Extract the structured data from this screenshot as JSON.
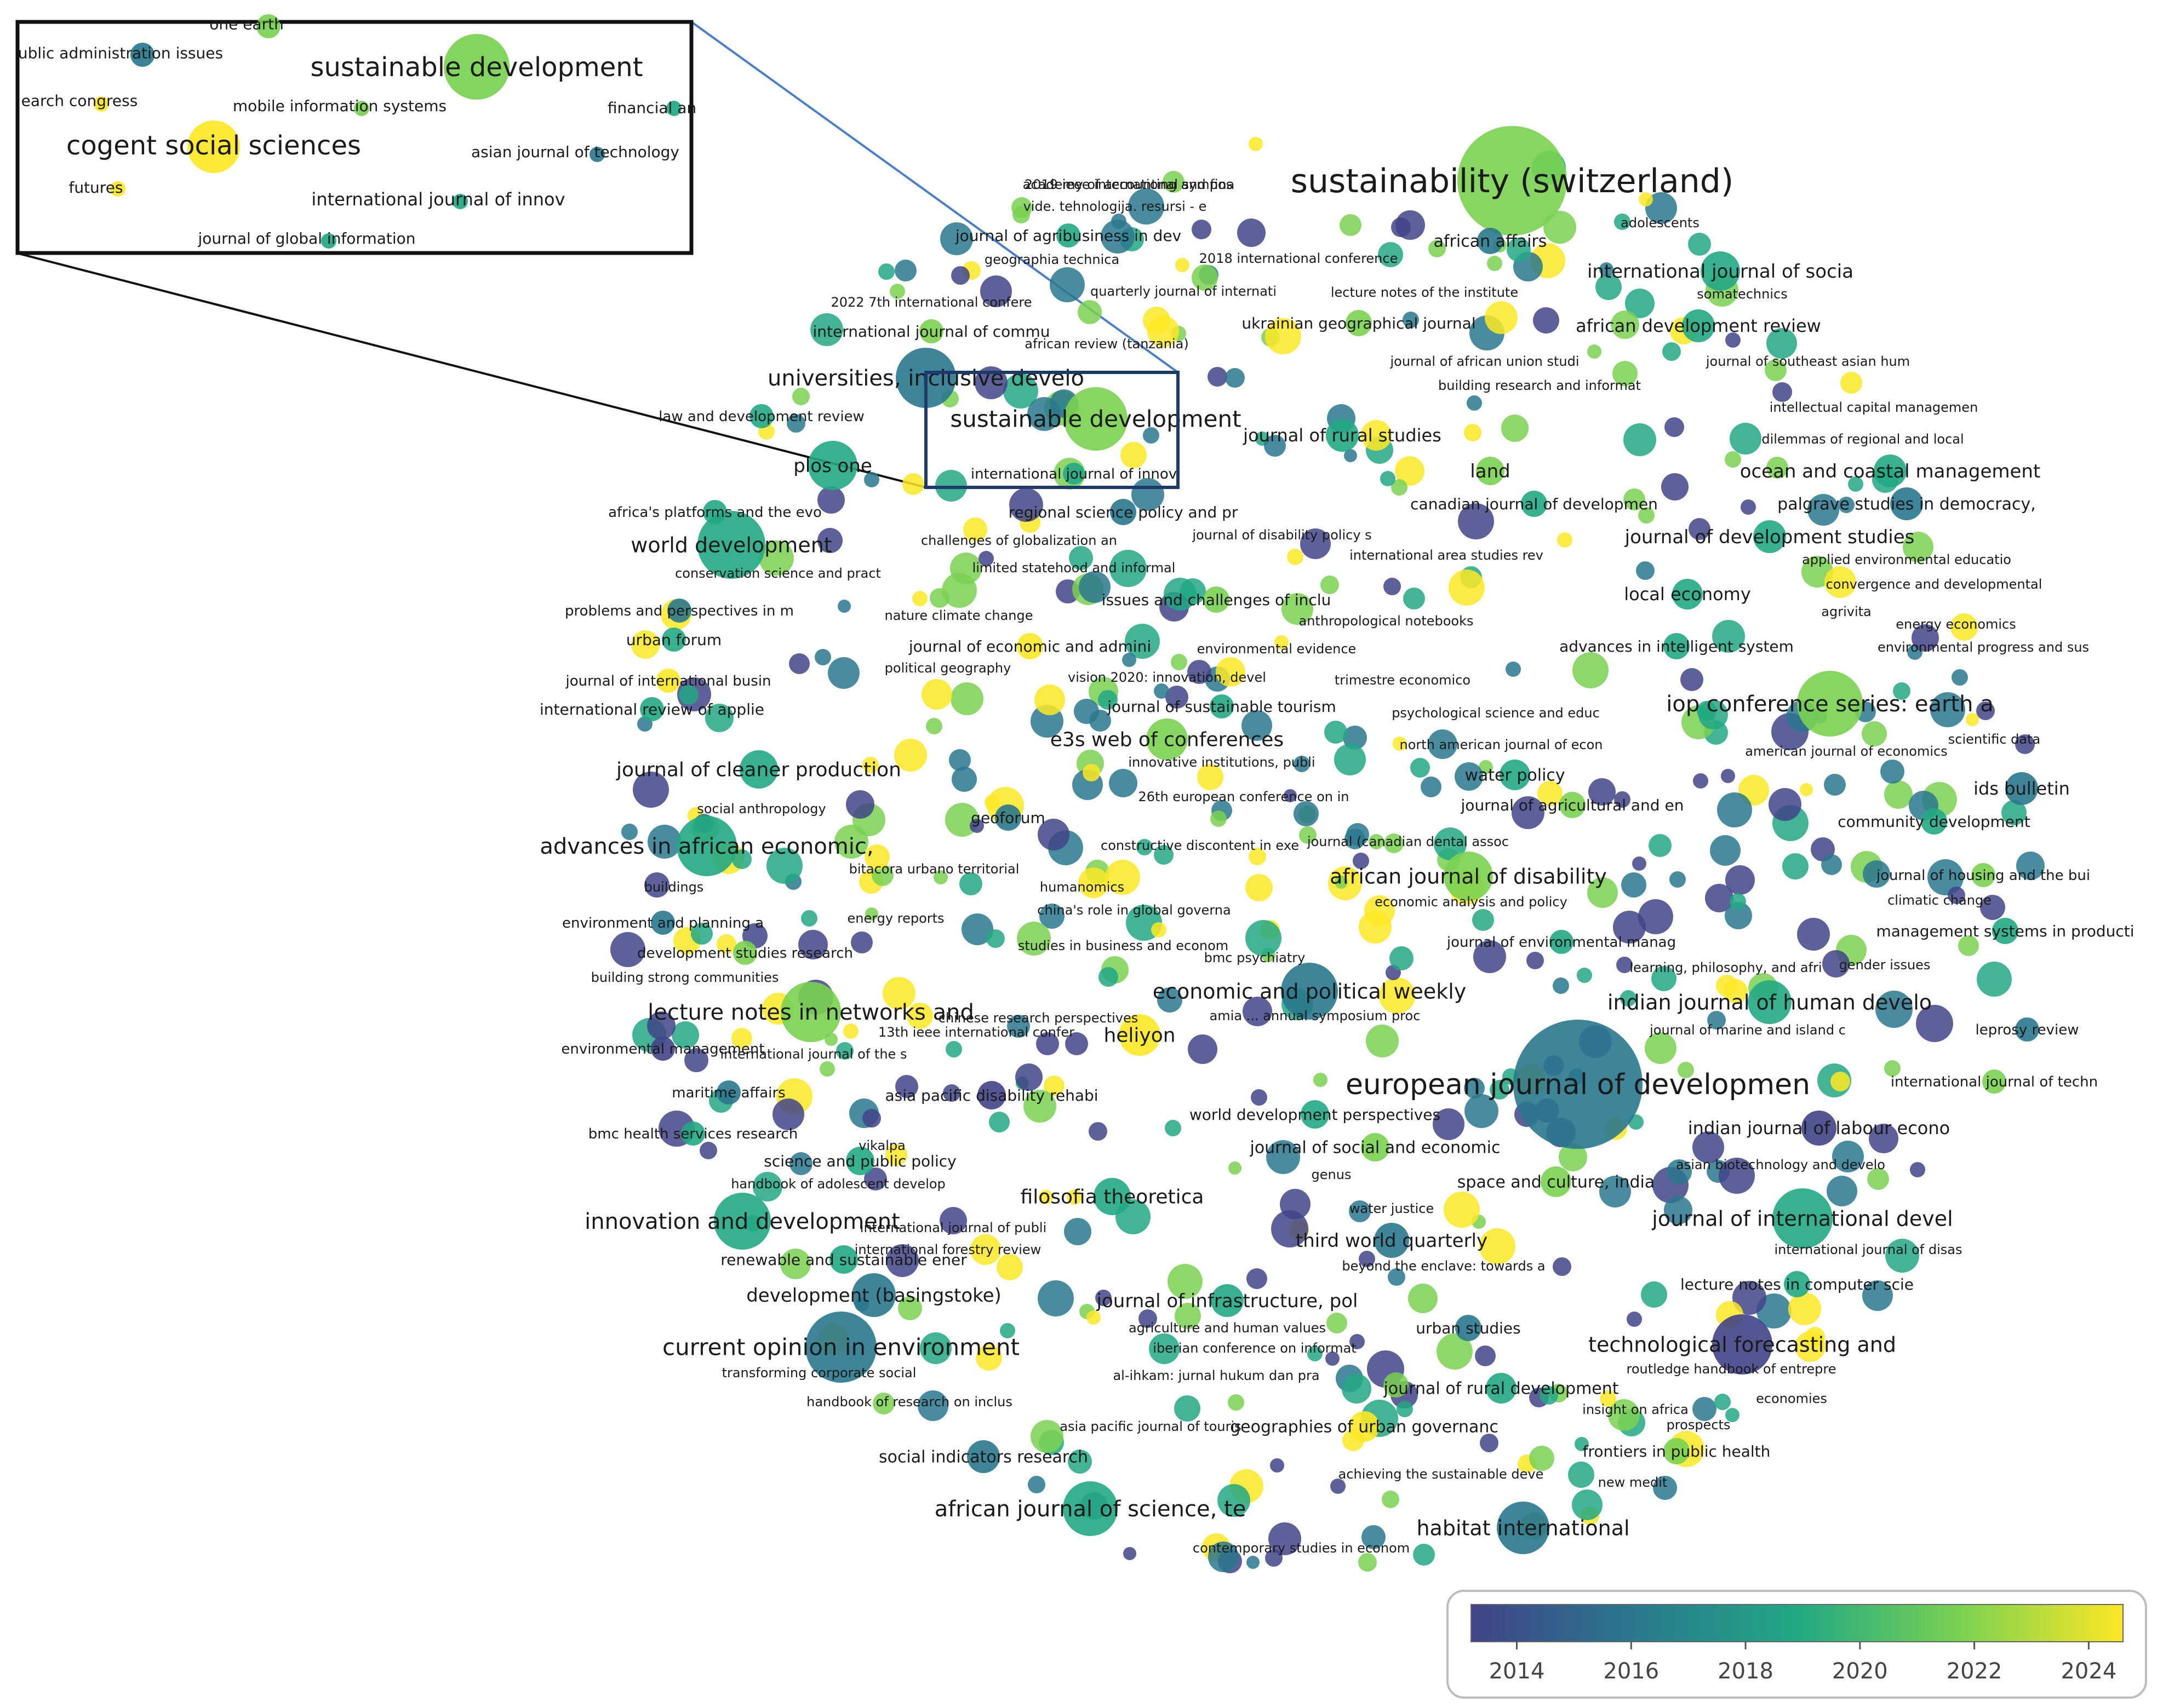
{
  "colors": {
    "scale": [
      "#414487",
      "#2a788e",
      "#22a884",
      "#7ad151",
      "#fde725"
    ]
  },
  "inset": {
    "labels": [
      {
        "text": "one earth",
        "color": "#7ad151"
      },
      {
        "text": "ublic administration issues",
        "color": "#2a788e"
      },
      {
        "text": "sustainable development",
        "color": "#7ad151"
      },
      {
        "text": "earch congress",
        "color": "#fde725"
      },
      {
        "text": "mobile information systems",
        "color": "#7ad151"
      },
      {
        "text": "financial an",
        "color": "#22a884"
      },
      {
        "text": "cogent social sciences",
        "color": "#fde725"
      },
      {
        "text": "asian journal of technology",
        "color": "#2a788e"
      },
      {
        "text": "futures",
        "color": "#fde725"
      },
      {
        "text": "international journal of innov",
        "color": "#22a884"
      },
      {
        "text": "journal of global information",
        "color": "#22a884"
      }
    ]
  },
  "nodes": [
    {
      "label": "sustainability (switzerland)",
      "year": 2021
    },
    {
      "label": "european journal of developmen",
      "year": 2017
    },
    {
      "label": "sustainable development",
      "year": 2021
    },
    {
      "label": "international journal of innov",
      "year": 2019
    },
    {
      "label": "universities, inclusive develo",
      "year": 2016
    },
    {
      "label": "plos one",
      "year": 2020
    },
    {
      "label": "world development",
      "year": 2019
    },
    {
      "label": "iop conference series: earth a",
      "year": 2021
    },
    {
      "label": "technological forecasting and",
      "year": 2015
    },
    {
      "label": "journal of international devel",
      "year": 2018
    },
    {
      "label": "current opinion in environment",
      "year": 2017
    },
    {
      "label": "innovation and development",
      "year": 2018
    },
    {
      "label": "lecture notes in networks and",
      "year": 2022
    },
    {
      "label": "african journal of science, te",
      "year": 2018
    },
    {
      "label": "habitat international",
      "year": 2017
    },
    {
      "label": "advances in african economic,",
      "year": 2020
    },
    {
      "label": "indian journal of human develo",
      "year": 2018
    },
    {
      "label": "economic and political weekly",
      "year": 2016
    },
    {
      "label": "african journal of disability",
      "year": 2021
    },
    {
      "label": "journal of cleaner production",
      "year": 2018
    },
    {
      "label": "e3s web of conferences",
      "year": 2021
    },
    {
      "label": "filosofia theoretica",
      "year": 2019
    },
    {
      "label": "development (basingstoke)",
      "year": 2016
    },
    {
      "label": "international journal of socia",
      "year": 2019
    },
    {
      "label": "ocean and coastal management",
      "year": 2018
    },
    {
      "label": "journal of development studies",
      "year": 2018
    },
    {
      "label": "palgrave studies in democracy,",
      "year": 2017
    },
    {
      "label": "heliyon",
      "year": 2023
    },
    {
      "label": "third world quarterly",
      "year": 2016
    },
    {
      "label": "journal of infrastructure, pol",
      "year": 2018
    },
    {
      "label": "journal of rural studies",
      "year": 2019
    },
    {
      "label": "land",
      "year": 2021
    },
    {
      "label": "african development review",
      "year": 2018
    },
    {
      "label": "ids bulletin",
      "year": 2016
    },
    {
      "label": "indian journal of labour econo",
      "year": 2015
    },
    {
      "label": "local economy",
      "year": 2018
    },
    {
      "label": "water policy",
      "year": 2019
    },
    {
      "label": "journal of rural development",
      "year": 2020
    },
    {
      "label": "social indicators research",
      "year": 2017
    },
    {
      "label": "geographies of urban governanc",
      "year": 2023
    },
    {
      "label": "space and culture, india",
      "year": 2021
    },
    {
      "label": "journal of social and economic",
      "year": 2021
    },
    {
      "label": "world development perspectives",
      "year": 2020
    },
    {
      "label": "asia pacific disability rehabi",
      "year": 2015
    },
    {
      "label": "science and public policy",
      "year": 2019
    },
    {
      "label": "renewable and sustainable ener",
      "year": 2019
    },
    {
      "label": "african affairs",
      "year": 2017
    },
    {
      "label": "journal of agribusiness in dev",
      "year": 2020
    },
    {
      "label": "international journal of commu",
      "year": 2021
    },
    {
      "label": "law and development review",
      "year": 2018
    },
    {
      "label": "regional science policy and pr",
      "year": 2017
    },
    {
      "label": "issues and challenges of inclu",
      "year": 2022
    },
    {
      "label": "journal of economic and admini",
      "year": 2023
    },
    {
      "label": "journal of sustainable tourism",
      "year": 2018
    },
    {
      "label": "urban forum",
      "year": 2019
    },
    {
      "label": "international review of applie",
      "year": 2018
    },
    {
      "label": "geoforum",
      "year": 2017
    },
    {
      "label": "advances in intelligent system",
      "year": 2020
    },
    {
      "label": "canadian journal of developmen",
      "year": 2018
    },
    {
      "label": "ukrainian geographical journal",
      "year": 2021
    },
    {
      "label": "journal of agricultural and en",
      "year": 2021
    },
    {
      "label": "community development",
      "year": 2018
    },
    {
      "label": "journal of housing and the bui",
      "year": 2021
    },
    {
      "label": "management systems in producti",
      "year": 2020
    },
    {
      "label": "leprosy review",
      "year": 2016
    },
    {
      "label": "international journal of techn",
      "year": 2022
    },
    {
      "label": "lecture notes in computer scie",
      "year": 2018
    },
    {
      "label": "frontiers in public health",
      "year": 2022
    },
    {
      "label": "urban studies",
      "year": 2016
    },
    {
      "label": "journal of environmental manag",
      "year": 2020
    },
    {
      "label": "environmental management",
      "year": 2015
    },
    {
      "label": "maritime affairs",
      "year": 2017
    },
    {
      "label": "bmc health services research",
      "year": 2019
    },
    {
      "label": "development studies research",
      "year": 2022
    },
    {
      "label": "environment and planning a",
      "year": 2016
    },
    {
      "label": "problems and perspectives in m",
      "year": 2017
    },
    {
      "label": "journal of international busin",
      "year": 2023
    },
    {
      "label": "africa's platforms and the evo",
      "year": 2020
    }
  ],
  "small_labels": [
    "academy of accounting and fina",
    "vide. tehnologija. resursi - e",
    "geographia technica",
    "2018 international conference",
    "2022 7th international confere",
    "quarterly journal of internati",
    "lecture notes of the institute",
    "african review (tanzania)",
    "journal of african union studi",
    "building research and informat",
    "journal of southeast asian hum",
    "intellectual capital managemen",
    "dilemmas of regional and local",
    "adolescents",
    "somatechnics",
    "journal of disability policy s",
    "challenges of globalization an",
    "international area studies rev",
    "limited statehood and informal",
    "conservation science and pract",
    "applied environmental educatio",
    "convergence and developmental",
    "nature climate change",
    "anthropological notebooks",
    "agrivita",
    "energy economics",
    "environmental progress and sus",
    "environmental evidence",
    "political geography",
    "vision 2020: innovation, devel",
    "trimestre economico",
    "psychological science and educ",
    "innovative institutions, publi",
    "north american journal of econ",
    "american journal of economics",
    "scientific data",
    "social anthropology",
    "26th european conference on in",
    "constructive discontent in exe",
    "journal (canadian dental assoc",
    "bitacora urbano territorial",
    "buildings",
    "humanomics",
    "china's role in global governa",
    "economic analysis and policy",
    "energy reports",
    "studies in business and econom",
    "bmc psychiatry",
    "learning, philosophy, and afri",
    "climatic change",
    "gender issues",
    "building strong communities",
    "chinese research perspectives",
    "amia ... annual symposium proc",
    "journal of marine and island c",
    "13th ieee international confer",
    "international journal of the s",
    "vikalpa",
    "handbook of adolescent develop",
    "genus",
    "water justice",
    "asian biotechnology and develo",
    "international journal of publi",
    "international forestry review",
    "beyond the enclave: towards a",
    "international journal of disas",
    "agriculture and human values",
    "iberian conference on informat",
    "transforming corporate social",
    "al-ihkam: jurnal hukum dan pra",
    "handbook of research on inclus",
    "asia pacific journal of touris",
    "routledge handbook of entrepre",
    "economies",
    "insight on africa",
    "prospects",
    "new medit",
    "achieving the sustainable deve",
    "contemporary studies in econom",
    "2019 ieee international sympos"
  ],
  "legend": {
    "ticks": [
      "2014",
      "2016",
      "2018",
      "2020",
      "2022",
      "2024"
    ],
    "range": [
      2013.2,
      2024.6
    ]
  }
}
